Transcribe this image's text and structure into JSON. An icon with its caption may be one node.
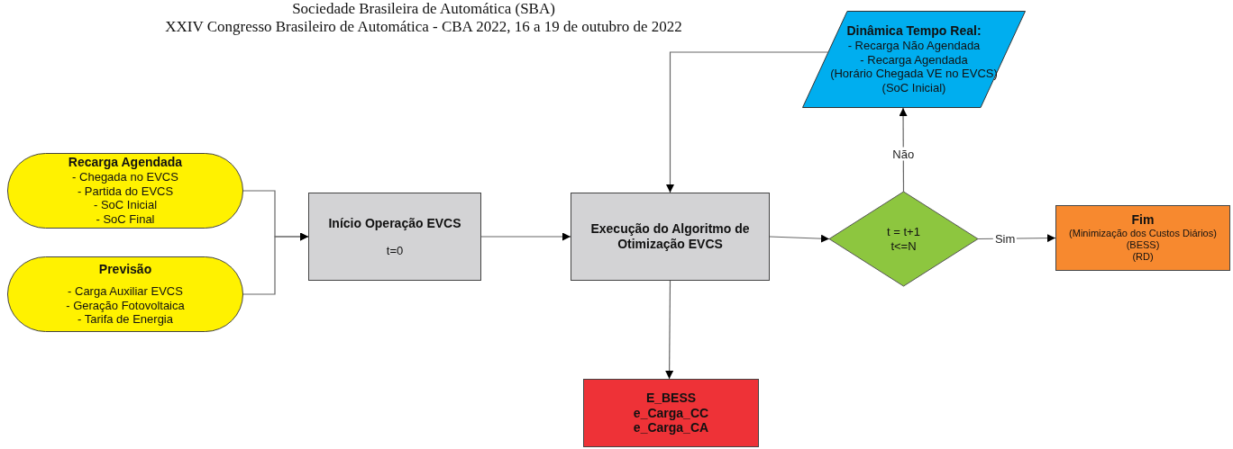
{
  "diagram": {
    "nodes": [
      {
        "text": [
          "Recarga Agendada",
          "- Chegada no EVCS",
          "- Partida do EVCS",
          "- SoC Inicial",
          "- SoC Final"
        ]
      },
      {
        "text": [
          "Previsão",
          "- Carga Auxiliar EVCS",
          "- Geração Fotovoltaica",
          "- Tarifa de Energia"
        ]
      },
      {
        "text": [
          "Início Operação EVCS",
          "t=0"
        ]
      },
      {
        "text": [
          "Execução do Algoritmo de Otimização EVCS"
        ]
      },
      {
        "text": [
          "t = t+1",
          "t<=N"
        ]
      },
      {
        "text": [
          "Fim",
          "(Minimização dos Custos Diários)",
          "(BESS)",
          "(RD)"
        ]
      },
      {
        "text": [
          "Dinâmica Tempo Real:",
          "- Recarga Não Agendada",
          "- Recarga Agendada",
          "(Horário Chegada VE no EVCS)",
          "(SoC Inicial)"
        ]
      },
      {
        "text": [
          "E_BESS",
          "e_Carga_CC",
          "e_Carga_CA"
        ]
      }
    ],
    "edges": [
      {
        "from": 0,
        "to": 2,
        "arrow": "to"
      },
      {
        "from": 1,
        "to": 2,
        "arrow": "to"
      },
      {
        "from": 2,
        "to": 3,
        "arrow": "to"
      },
      {
        "from": 3,
        "to": 4,
        "arrow": "to"
      },
      {
        "from": 4,
        "to": 5,
        "arrow": "to",
        "label": "Sim"
      },
      {
        "from": 4,
        "to": 6,
        "arrow": "to",
        "label": "Não"
      },
      {
        "from": 6,
        "to": 3,
        "arrow": "to"
      },
      {
        "from": 3,
        "to": 7,
        "arrow": "to"
      }
    ],
    "labels": [
      "Sociedade Brasileira de Automática (SBA)",
      "XXIV Congresso Brasileiro de Automática - CBA 2022, 16 a 19 de outubro de 2022"
    ]
  }
}
